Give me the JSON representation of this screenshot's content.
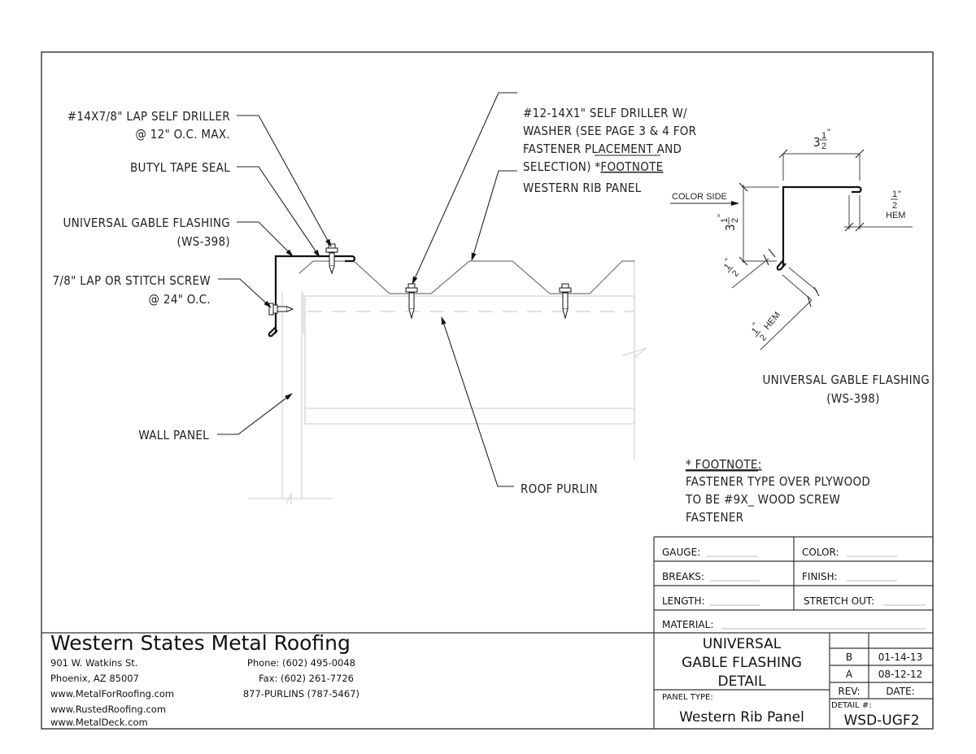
{
  "drawing": {
    "callouts": {
      "lap_self_driller": [
        "#14X7/8\" LAP SELF DRILLER",
        "@ 12\" O.C. MAX."
      ],
      "butyl_tape": "BUTYL TAPE SEAL",
      "gable_flashing": [
        "UNIVERSAL GABLE FLASHING",
        "(WS-398)"
      ],
      "stitch_screw": [
        "7/8\" LAP OR STITCH SCREW",
        "@ 24\" O.C."
      ],
      "wall_panel": "WALL PANEL",
      "self_driller_washer": [
        "#12-14X1\" SELF DRILLER W/",
        "WASHER (SEE PAGE 3 & 4 FOR",
        "FASTENER PLACEMENT AND",
        "SELECTION) *"
      ],
      "footnote_ref": "FOOTNOTE",
      "western_rib": "WESTERN RIB PANEL",
      "roof_purlin": "ROOF PURLIN"
    },
    "profile": {
      "color_side": "COLOR SIDE",
      "dim_top": {
        "whole": "3",
        "num": "1",
        "den": "2",
        "unit": "\""
      },
      "dim_left": {
        "whole": "3",
        "num": "1",
        "den": "2",
        "unit": "\""
      },
      "dim_hem_right": {
        "num": "1",
        "den": "2",
        "unit": "\"",
        "label": "HEM"
      },
      "dim_small_left": {
        "num": "1",
        "den": "2",
        "unit": "\""
      },
      "dim_hem_bottom": {
        "num": "1",
        "den": "2",
        "unit": "\"",
        "label": "HEM"
      },
      "title": [
        "UNIVERSAL GABLE FLASHING",
        "(WS-398)"
      ]
    },
    "footnote": {
      "heading": "* FOOTNOTE:",
      "lines": [
        "FASTENER TYPE OVER PLYWOOD",
        "TO BE #9X_ WOOD SCREW",
        "FASTENER"
      ]
    }
  },
  "title_block": {
    "fields": {
      "gauge": "GAUGE:",
      "color": "COLOR:",
      "breaks": "BREAKS:",
      "finish": "FINISH:",
      "length": "LENGTH:",
      "stretch_out": "STRETCH OUT:",
      "material": "MATERIAL:"
    },
    "detail_title": [
      "UNIVERSAL",
      "GABLE FLASHING",
      "DETAIL"
    ],
    "panel_type_label": "PANEL TYPE:",
    "panel_type": "Western Rib Panel",
    "revisions": [
      {
        "rev": "",
        "date": ""
      },
      {
        "rev": "B",
        "date": "01-14-13"
      },
      {
        "rev": "A",
        "date": "08-12-12"
      }
    ],
    "rev_header": "REV:",
    "date_header": "DATE:",
    "detail_label": "DETAIL #:",
    "detail_number": "WSD-UGF2"
  },
  "company": {
    "name": "Western States Metal Roofing",
    "address": [
      "901 W. Watkins St.",
      "Phoenix, AZ 85007"
    ],
    "websites": [
      "www.MetalForRoofing.com",
      "www.RustedRoofing.com",
      "www.MetalDeck.com"
    ],
    "phone": "Phone: (602) 495-0048",
    "fax": "Fax: (602) 261-7726",
    "toll_free": "877-PURLINS (787-5467)"
  }
}
